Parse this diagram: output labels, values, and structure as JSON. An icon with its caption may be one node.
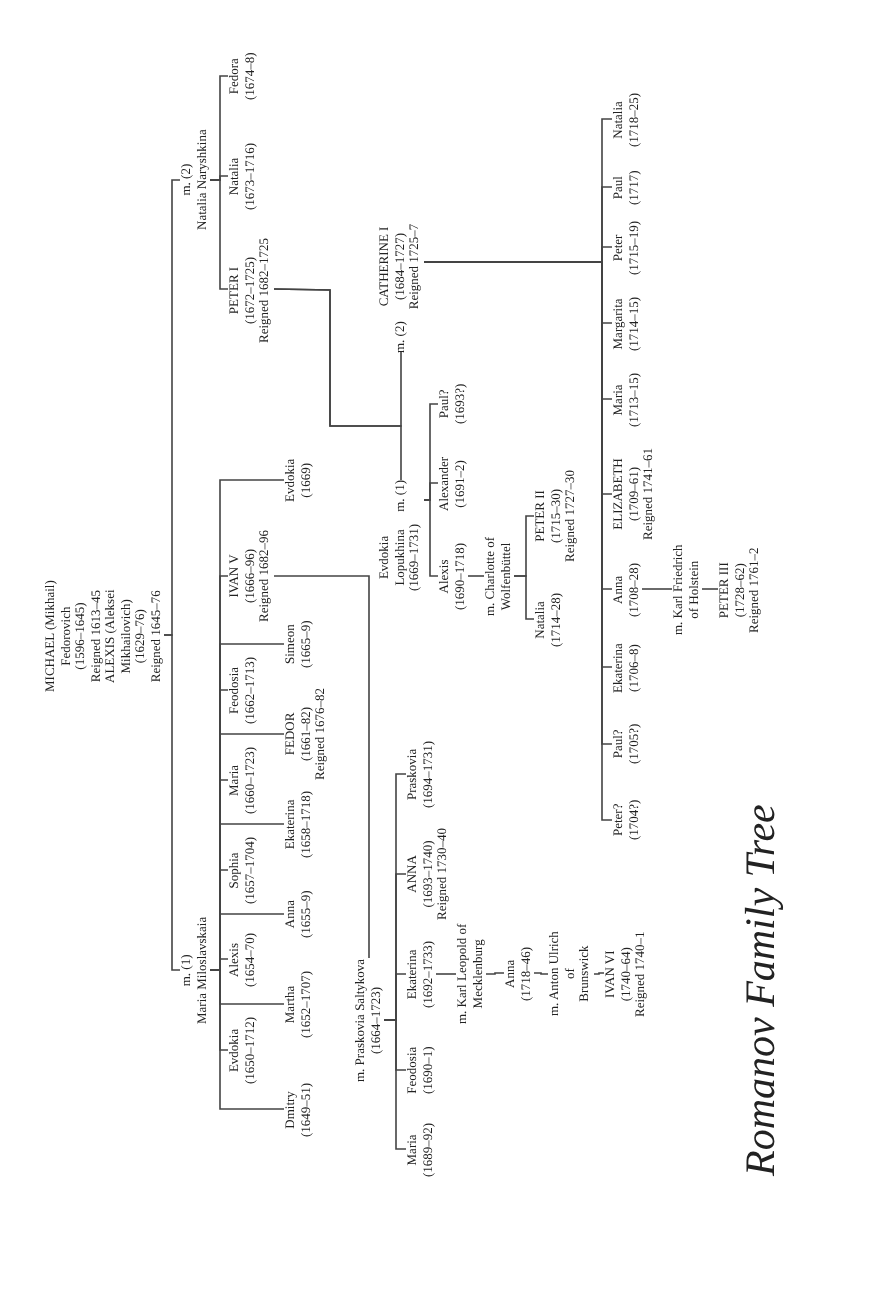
{
  "diagram": {
    "title": "Romanov Family Tree",
    "nodes": [
      {
        "text": [
          "MICHAEL (Mikhail)",
          "Fedorovich",
          "(1596–1645)",
          "Reigned 1613–45"
        ]
      },
      {
        "text": [
          "ALEXIS (Aleksei",
          "Mikhailovich)",
          "(1629–76)",
          "Reigned 1645–76"
        ]
      },
      {
        "text": [
          "m. (1)",
          "Maria Miloslavskaia"
        ]
      },
      {
        "text": [
          "m. (2)",
          "Natalia Naryshkina"
        ]
      },
      {
        "text": [
          "Dmitry",
          "(1649–51)"
        ]
      },
      {
        "text": [
          "Evdokia",
          "(1650–1712)"
        ]
      },
      {
        "text": [
          "Martha",
          "(1652–1707)"
        ]
      },
      {
        "text": [
          "Alexis",
          "(1654–70)"
        ]
      },
      {
        "text": [
          "Anna",
          "(1655–9)"
        ]
      },
      {
        "text": [
          "Sophia",
          "(1657–1704)"
        ]
      },
      {
        "text": [
          "Ekaterina",
          "(1658–1718)"
        ]
      },
      {
        "text": [
          "Maria",
          "(1660–1723)"
        ]
      },
      {
        "text": [
          "FEDOR",
          "(1661–82)",
          "Reigned 1676–82"
        ]
      },
      {
        "text": [
          "Feodosia",
          "(1662–1713)"
        ]
      },
      {
        "text": [
          "Simeon",
          "(1665–9)"
        ]
      },
      {
        "text": [
          "IVAN V",
          "(1666–96)",
          "Reigned 1682–96"
        ]
      },
      {
        "text": [
          "Evdokia",
          "(1669)"
        ]
      },
      {
        "text": [
          "m. Praskovia Saltykova",
          "(1664–1723)"
        ]
      },
      {
        "text": [
          "Maria",
          "(1689–92)"
        ]
      },
      {
        "text": [
          "Feodosia",
          "(1690–1)"
        ]
      },
      {
        "text": [
          "Ekaterina",
          "(1692–1733)"
        ]
      },
      {
        "text": [
          "ANNA",
          "(1693–1740)",
          "Reigned 1730–40"
        ]
      },
      {
        "text": [
          "Praskovia",
          "(1694–1731)"
        ]
      },
      {
        "text": [
          "m. Karl Leopold of",
          "Mecklenburg"
        ]
      },
      {
        "text": [
          "Anna",
          "(1718–46)"
        ]
      },
      {
        "text": [
          "m. Anton Ulrich",
          "of",
          "Brunswick"
        ]
      },
      {
        "text": [
          "IVAN VI",
          "(1740–64)",
          "Reigned 1740–1"
        ]
      },
      {
        "text": [
          "PETER I",
          "(1672–1725)",
          "Reigned 1682–1725"
        ]
      },
      {
        "text": [
          "Natalia",
          "(1673–1716)"
        ]
      },
      {
        "text": [
          "Fedora",
          "(1674–8)"
        ]
      },
      {
        "text": [
          "Evdokia",
          "Lopukhina",
          "(1669–1731)"
        ],
        "beside": [
          "m. (1)"
        ]
      },
      {
        "text": [
          "CATHERINE I",
          "(1684–1727)",
          "Reigned 1725–7"
        ],
        "beside": [
          "m. (2)"
        ]
      },
      {
        "text": [
          "Alexis",
          "(1690–1718)"
        ]
      },
      {
        "text": [
          "Alexander",
          "(1691–2)"
        ]
      },
      {
        "text": [
          "Paul?",
          "(1693?)"
        ]
      },
      {
        "text": [
          "m. Charlotte of",
          "Wolfenbüttel"
        ]
      },
      {
        "text": [
          "Natalia",
          "(1714–28)"
        ]
      },
      {
        "text": [
          "PETER II",
          "(1715–30)",
          "Reigned 1727–30"
        ]
      },
      {
        "text": [
          "Peter?",
          "(1704?)"
        ]
      },
      {
        "text": [
          "Paul?",
          "(1705?)"
        ]
      },
      {
        "text": [
          "Ekaterina",
          "(1706–8)"
        ]
      },
      {
        "text": [
          "Anna",
          "(1708–28)"
        ]
      },
      {
        "text": [
          "ELIZABETH",
          "(1709–61)",
          "Reigned 1741–61"
        ]
      },
      {
        "text": [
          "Maria",
          "(1713–15)"
        ]
      },
      {
        "text": [
          "Margarita",
          "(1714–15)"
        ]
      },
      {
        "text": [
          "Peter",
          "(1715–19)"
        ]
      },
      {
        "text": [
          "Paul",
          "(1717)"
        ]
      },
      {
        "text": [
          "Natalia",
          "(1718–25)"
        ]
      },
      {
        "text": [
          "m. Karl Friedrich",
          "of Holstein"
        ]
      },
      {
        "text": [
          "PETER III",
          "(1728–62)",
          "Reigned 1761–2"
        ]
      }
    ],
    "edges": [
      {
        "from": 1,
        "to": 2,
        "arrow": "none"
      },
      {
        "from": 1,
        "to": 3,
        "arrow": "none"
      },
      {
        "from": 2,
        "to": 4,
        "arrow": "none"
      },
      {
        "from": 2,
        "to": 5,
        "arrow": "none"
      },
      {
        "from": 2,
        "to": 6,
        "arrow": "none"
      },
      {
        "from": 2,
        "to": 7,
        "arrow": "none"
      },
      {
        "from": 2,
        "to": 8,
        "arrow": "none"
      },
      {
        "from": 2,
        "to": 9,
        "arrow": "none"
      },
      {
        "from": 2,
        "to": 10,
        "arrow": "none"
      },
      {
        "from": 2,
        "to": 11,
        "arrow": "none"
      },
      {
        "from": 2,
        "to": 12,
        "arrow": "none"
      },
      {
        "from": 2,
        "to": 13,
        "arrow": "none"
      },
      {
        "from": 2,
        "to": 14,
        "arrow": "none"
      },
      {
        "from": 2,
        "to": 15,
        "arrow": "none"
      },
      {
        "from": 2,
        "to": 16,
        "arrow": "none"
      },
      {
        "from": 15,
        "to": 17,
        "arrow": "none"
      },
      {
        "from": 17,
        "to": 18,
        "arrow": "none"
      },
      {
        "from": 17,
        "to": 19,
        "arrow": "none"
      },
      {
        "from": 17,
        "to": 20,
        "arrow": "none"
      },
      {
        "from": 17,
        "to": 21,
        "arrow": "none"
      },
      {
        "from": 17,
        "to": 22,
        "arrow": "none"
      },
      {
        "from": 20,
        "to": 23,
        "arrow": "none"
      },
      {
        "from": 23,
        "to": 24,
        "arrow": "none"
      },
      {
        "from": 24,
        "to": 25,
        "arrow": "none"
      },
      {
        "from": 25,
        "to": 26,
        "arrow": "none"
      },
      {
        "from": 3,
        "to": 27,
        "arrow": "none"
      },
      {
        "from": 3,
        "to": 28,
        "arrow": "none"
      },
      {
        "from": 3,
        "to": 29,
        "arrow": "none"
      },
      {
        "from": 27,
        "to": 30,
        "arrow": "none"
      },
      {
        "from": 27,
        "to": 31,
        "arrow": "none"
      },
      {
        "from": 30,
        "to": 32,
        "arrow": "none"
      },
      {
        "from": 30,
        "to": 33,
        "arrow": "none"
      },
      {
        "from": 30,
        "to": 34,
        "arrow": "none"
      },
      {
        "from": 32,
        "to": 35,
        "arrow": "none"
      },
      {
        "from": 35,
        "to": 36,
        "arrow": "none"
      },
      {
        "from": 35,
        "to": 37,
        "arrow": "none"
      },
      {
        "from": 31,
        "to": 38,
        "arrow": "none"
      },
      {
        "from": 31,
        "to": 39,
        "arrow": "none"
      },
      {
        "from": 31,
        "to": 40,
        "arrow": "none"
      },
      {
        "from": 31,
        "to": 41,
        "arrow": "none"
      },
      {
        "from": 31,
        "to": 42,
        "arrow": "none"
      },
      {
        "from": 31,
        "to": 43,
        "arrow": "none"
      },
      {
        "from": 31,
        "to": 44,
        "arrow": "none"
      },
      {
        "from": 31,
        "to": 45,
        "arrow": "none"
      },
      {
        "from": 31,
        "to": 46,
        "arrow": "none"
      },
      {
        "from": 31,
        "to": 47,
        "arrow": "none"
      },
      {
        "from": 41,
        "to": 48,
        "arrow": "none"
      },
      {
        "from": 48,
        "to": 49,
        "arrow": "none"
      }
    ]
  }
}
